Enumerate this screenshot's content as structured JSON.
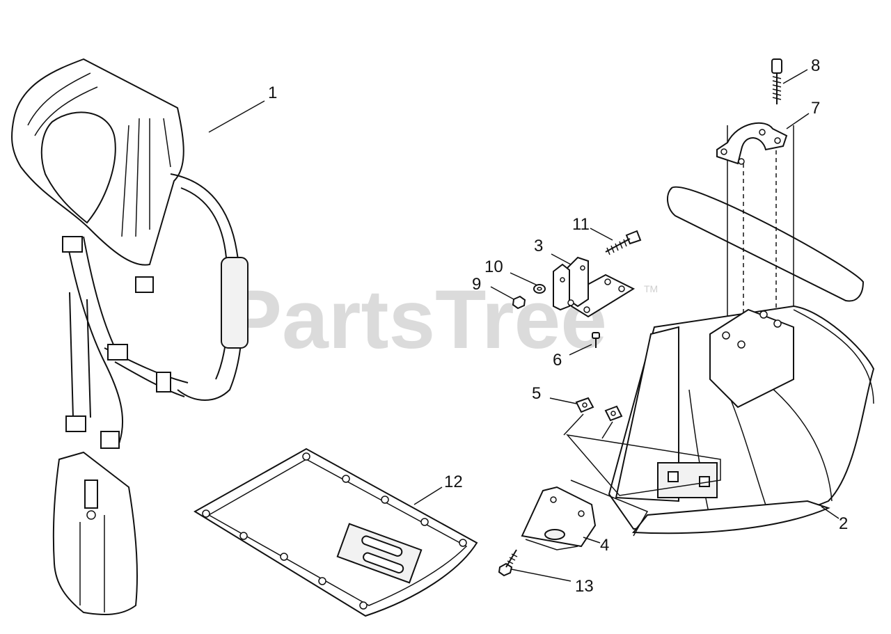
{
  "watermark": {
    "text": "PartsTree",
    "trademark": "TM"
  },
  "parts": [
    {
      "id": "harness",
      "label": "1"
    },
    {
      "id": "debris-shield",
      "label": "2"
    },
    {
      "id": "bracket",
      "label": "3"
    },
    {
      "id": "lower-bracket",
      "label": "4"
    },
    {
      "id": "square-nut",
      "label": "5"
    },
    {
      "id": "screw-small",
      "label": "6"
    },
    {
      "id": "clamp",
      "label": "7"
    },
    {
      "id": "long-bolt",
      "label": "8"
    },
    {
      "id": "nut",
      "label": "9"
    },
    {
      "id": "washer",
      "label": "10"
    },
    {
      "id": "bolt",
      "label": "11"
    },
    {
      "id": "hip-pad",
      "label": "12"
    },
    {
      "id": "screw-lower",
      "label": "13"
    }
  ]
}
